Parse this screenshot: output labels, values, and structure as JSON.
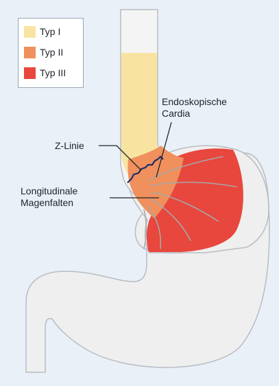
{
  "legend": {
    "items": [
      {
        "label": "Typ I",
        "color": "#f8e4a0"
      },
      {
        "label": "Typ II",
        "color": "#f0905c"
      },
      {
        "label": "Typ III",
        "color": "#e8473d"
      }
    ]
  },
  "labels": {
    "endoscopic_cardia_line1": "Endoskopische",
    "endoscopic_cardia_line2": "Cardia",
    "z_line": "Z-Linie",
    "longitudinal_line1": "Longitudinale",
    "longitudinal_line2": "Magenfalten"
  },
  "colors": {
    "background": "#e9f0f8",
    "organ_fill": "#efefef",
    "organ_outline": "#b8bcc2",
    "esophagus_empty": "#f4f4f4",
    "fold_lines": "#a8a8a8",
    "z_line": "#1a2d6b",
    "leader_lines": "#1e2228"
  }
}
